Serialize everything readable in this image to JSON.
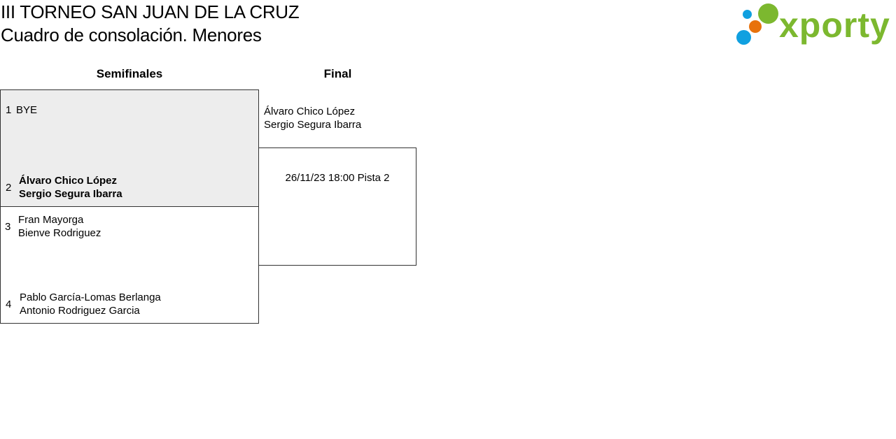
{
  "header": {
    "title": "III TORNEO SAN JUAN DE LA CRUZ",
    "subtitle": "Cuadro de consolación. Menores"
  },
  "logo": {
    "text": "xporty",
    "colors": {
      "green": "#7cb82f",
      "blue": "#10a0e0",
      "orange": "#e8720c"
    }
  },
  "rounds": {
    "semifinals": "Semifinales",
    "final": "Final"
  },
  "matches": [
    {
      "top": {
        "seed": "1",
        "players": [
          "BYE"
        ]
      },
      "bottom": {
        "seed": "2",
        "players": [
          "Álvaro Chico López",
          "Sergio Segura Ibarra"
        ],
        "winner": true
      }
    },
    {
      "top": {
        "seed": "3",
        "players": [
          "Fran Mayorga",
          "Bienve Rodriguez"
        ]
      },
      "bottom": {
        "seed": "4",
        "players": [
          "Pablo García-Lomas Berlanga",
          "Antonio Rodriguez Garcia"
        ]
      }
    }
  ],
  "final": {
    "players": [
      "Álvaro Chico López",
      "Sergio Segura Ibarra"
    ],
    "schedule": "26/11/23 18:00 Pista 2"
  },
  "colors": {
    "played_match_bg": "#ededed",
    "border": "#333333"
  }
}
